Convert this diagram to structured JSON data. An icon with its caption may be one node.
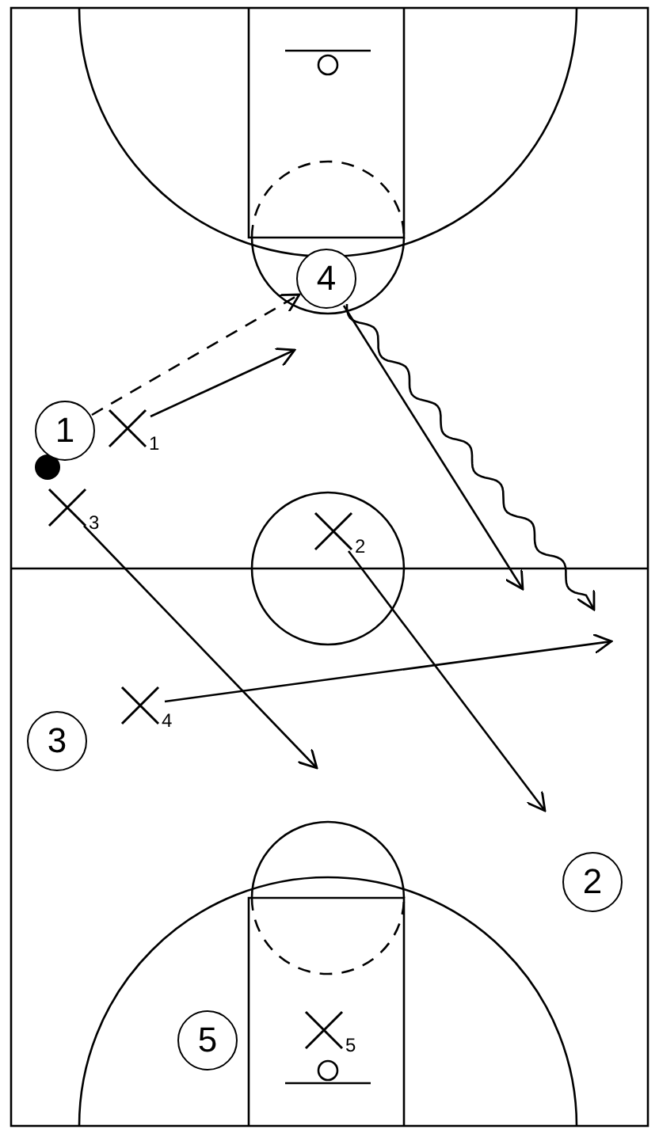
{
  "diagram": {
    "nodes": [
      {
        "text": [
          "4"
        ]
      },
      {
        "text": [
          "1"
        ]
      },
      {
        "text": [
          "1"
        ]
      },
      {
        "text": [
          "3"
        ]
      },
      {
        "text": [
          "2"
        ]
      },
      {
        "text": [
          "4"
        ]
      },
      {
        "text": [
          "3"
        ]
      },
      {
        "text": [
          "2"
        ]
      },
      {
        "text": [
          "5"
        ]
      },
      {
        "text": [
          "5"
        ]
      }
    ],
    "edges": [
      {
        "from": 1,
        "to": 0,
        "arrow": "to",
        "style": "dashed"
      },
      {
        "from": 2,
        "to": null,
        "arrow": "to"
      },
      {
        "from": 0,
        "to": null,
        "arrow": "to"
      },
      {
        "from": 0,
        "to": null,
        "arrow": "to"
      },
      {
        "from": 3,
        "to": null,
        "arrow": "to"
      },
      {
        "from": 4,
        "to": null,
        "arrow": "to"
      },
      {
        "from": 5,
        "to": null,
        "arrow": "to"
      }
    ]
  }
}
